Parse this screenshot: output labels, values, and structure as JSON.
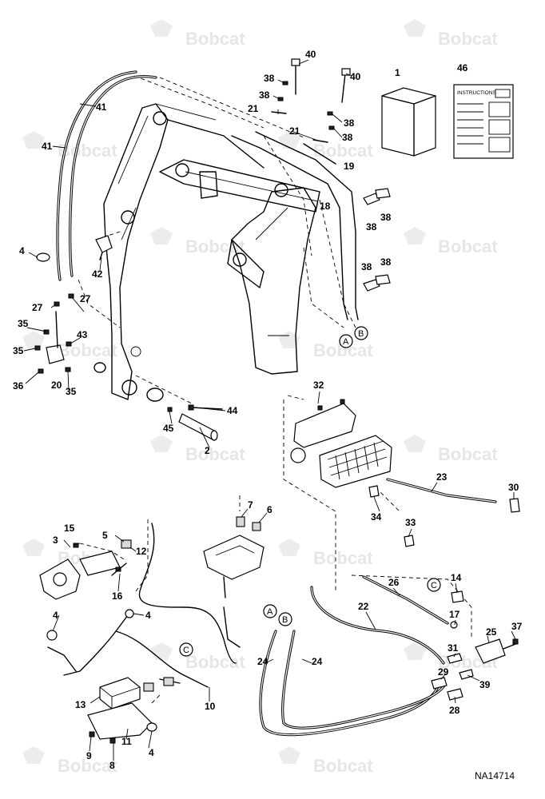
{
  "watermark": "Bobcat",
  "reference": "NA14714",
  "instructions_label": "INSTRUCTIONS",
  "connectors": [
    "A",
    "B",
    "C"
  ],
  "callouts": {
    "c1": "1",
    "c2": "2",
    "c3": "3",
    "c4a": "4",
    "c4b": "4",
    "c4c": "4",
    "c4d": "4",
    "c5": "5",
    "c6": "6",
    "c7": "7",
    "c8": "8",
    "c9": "9",
    "c10": "10",
    "c11": "11",
    "c12": "12",
    "c13": "13",
    "c14": "14",
    "c15": "15",
    "c16": "16",
    "c17": "17",
    "c18": "18",
    "c19": "19",
    "c20": "20",
    "c21a": "21",
    "c21b": "21",
    "c22": "22",
    "c23": "23",
    "c24a": "24",
    "c24b": "24",
    "c25": "25",
    "c26": "26",
    "c27a": "27",
    "c27b": "27",
    "c28": "28",
    "c29": "29",
    "c30": "30",
    "c31": "31",
    "c32": "32",
    "c33": "33",
    "c34": "34",
    "c35a": "35",
    "c35b": "35",
    "c35c": "35",
    "c36": "36",
    "c37": "37",
    "c38a": "38",
    "c38b": "38",
    "c38c": "38",
    "c38d": "38",
    "c38e": "38",
    "c38f": "38",
    "c38g": "38",
    "c38h": "38",
    "c39": "39",
    "c40a": "40",
    "c40b": "40",
    "c41a": "41",
    "c41b": "41",
    "c42": "42",
    "c43": "43",
    "c44": "44",
    "c45": "45",
    "c46": "46"
  }
}
